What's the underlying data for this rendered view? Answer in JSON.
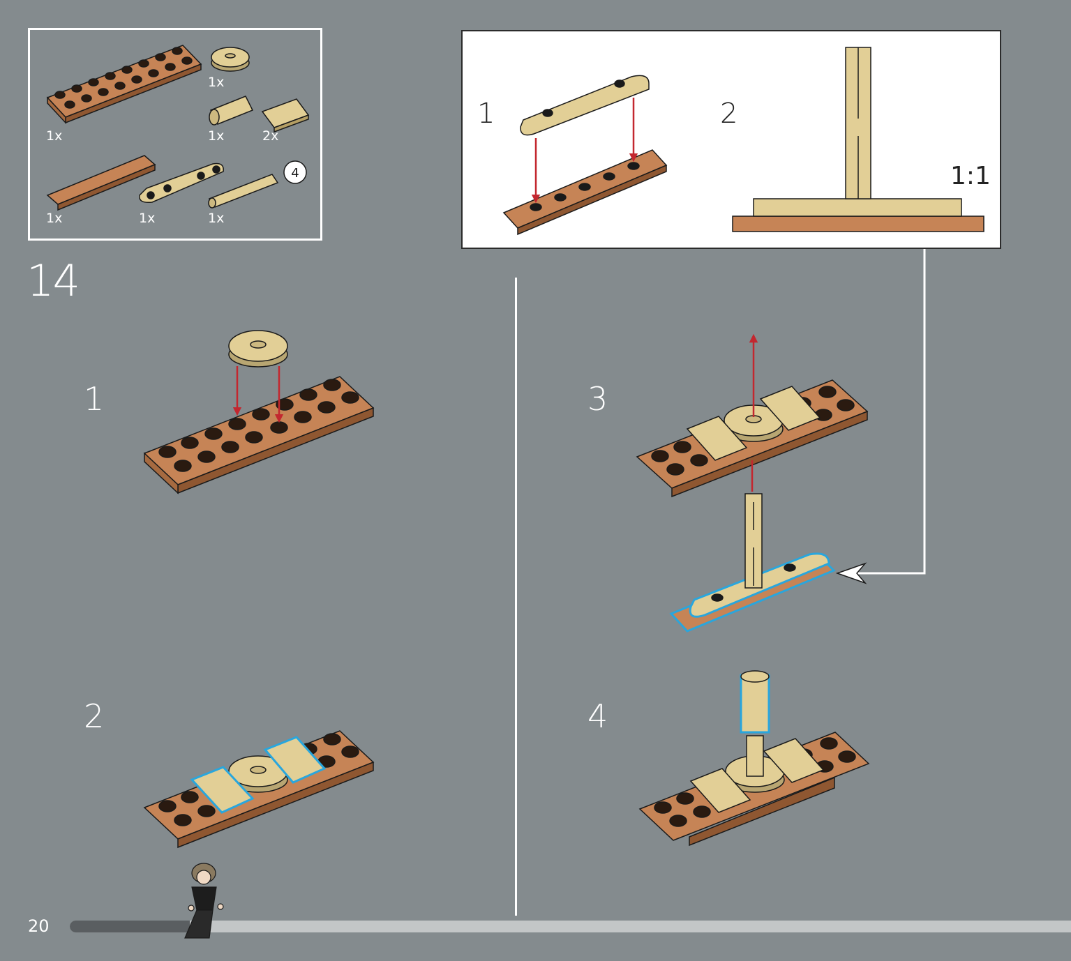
{
  "parts_list": {
    "items": [
      {
        "part": "plate-2x8-brown",
        "qty": "1x"
      },
      {
        "part": "tile-round-2x2-tan",
        "qty": "1x"
      },
      {
        "part": "axle-connector-tan",
        "qty": "1x"
      },
      {
        "part": "tile-1x2-tan",
        "qty": "2x"
      },
      {
        "part": "tile-1x6-brown",
        "qty": "1x"
      },
      {
        "part": "plate-1x6-rounded-tan",
        "qty": "1x"
      },
      {
        "part": "axle-4-tan",
        "qty": "1x"
      }
    ],
    "axle_length_badge": "4"
  },
  "step": {
    "number": "14"
  },
  "sub_steps": {
    "s1": "1",
    "s2": "2",
    "s3": "3",
    "s4": "4"
  },
  "callout": {
    "n1": "1",
    "n2": "2",
    "scale": "1:1"
  },
  "page": {
    "number": "20",
    "progress": 0.12
  },
  "colors": {
    "background": "#848b8e",
    "brick_brown": "#b8764a",
    "brick_tan": "#e2cf96",
    "arrow_red": "#c3272f",
    "highlight_blue": "#29a6dd"
  }
}
